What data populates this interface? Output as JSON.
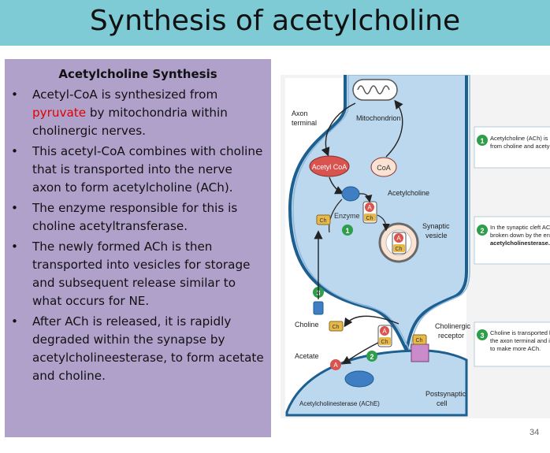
{
  "slide": {
    "title": "Synthesis of acetylcholine",
    "page_number": "34"
  },
  "panel": {
    "heading": "Acetylcholine Synthesis",
    "bullet_symbol": "•",
    "bullets": [
      {
        "before": "Acetyl-CoA is synthesized from ",
        "highlight": "pyruvate",
        "after": " by mitochondria within cholinergic nerves."
      },
      {
        "before": "This acetyl-CoA combines with choline that is transported into the nerve axon to form acetylcholine (ACh).",
        "highlight": "",
        "after": ""
      },
      {
        "before": "The enzyme responsible for this is choline acetyltransferase.",
        "highlight": "",
        "after": ""
      },
      {
        "before": "The newly formed ACh is then transported into vesicles for storage and subsequent release similar to what occurs for NE.",
        "highlight": "",
        "after": ""
      },
      {
        "before": "After ACh is released, it is rapidly degraded within the synapse by acetylcholineesterase, to form acetate and choline.",
        "highlight": "",
        "after": ""
      }
    ],
    "highlight_color": "#e00000"
  },
  "figure": {
    "labels": {
      "axon_terminal_1": "Axon",
      "axon_terminal_2": "terminal",
      "mitochondrion": "Mitochondrion",
      "acetyl_coa": "Acetyl CoA",
      "coa": "CoA",
      "acetylcholine": "Acetylcholine",
      "enzyme": "Enzyme",
      "synaptic_vesicle_1": "Synaptic",
      "synaptic_vesicle_2": "vesicle",
      "choline": "Choline",
      "acetate": "Acetate",
      "cholinergic_receptor_1": "Cholinergic",
      "cholinergic_receptor_2": "receptor",
      "acetylcholinesterase": "Acetylcholinesterase (AChE)",
      "postsynaptic_1": "Postsynaptic",
      "postsynaptic_2": "cell"
    },
    "glyphs": {
      "a": "A",
      "ch": "Ch"
    },
    "step_numbers": [
      "1",
      "2",
      "3"
    ],
    "notes": [
      {
        "line1": "Acetylcholine (ACh) is m",
        "line2": "from choline and acetyl C",
        "line3": ""
      },
      {
        "line1": "In the synaptic cleft ACh",
        "line2": "broken down by the enzy",
        "line3": "acetylcholinesterase."
      },
      {
        "line1": "Choline is transported ba",
        "line2": "the axon terminal and is u",
        "line3": "to make more ACh."
      }
    ],
    "colors": {
      "terminal_fill": "#bcd8ef",
      "terminal_stroke": "#1d5f8f",
      "step_green": "#2e9e4a",
      "acetyl_coa_fill": "#d9534f",
      "coa_fill": "#fbe3d4",
      "choline_fill": "#e8b94a",
      "acetate_fill": "#d9534f",
      "receptor_fill": "#c98bc9"
    }
  }
}
